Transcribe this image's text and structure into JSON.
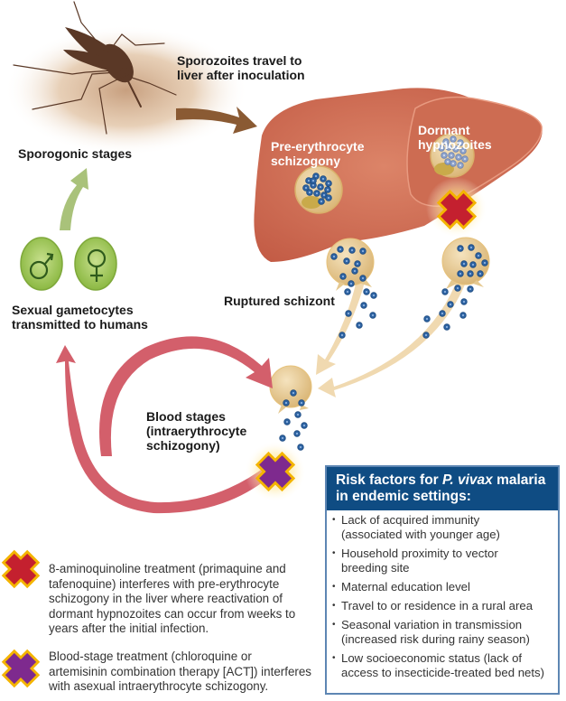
{
  "diagram": {
    "title": "Plasmodium vivax life cycle and treatment targets",
    "labels": {
      "sporozoites": [
        "Sporozoites travel to",
        "liver after inoculation"
      ],
      "sporogonic": "Sporogonic stages",
      "gametocytes": [
        "Sexual gametocytes",
        "transmitted to humans"
      ],
      "pre_erythrocyte": [
        "Pre-erythrocyte",
        "schizogony"
      ],
      "dormant": [
        "Dormant",
        "hypnozoites"
      ],
      "ruptured": "Ruptured schizont",
      "blood_stages": [
        "Blood stages",
        "(intraerythrocyte",
        "schizogony)"
      ]
    },
    "symbols": {
      "male": "♂",
      "female": "♀"
    },
    "icons": [
      "mosquito-icon",
      "liver-icon",
      "male-gametocyte-icon",
      "female-gametocyte-icon",
      "red-x-icon",
      "purple-x-icon",
      "schizont-icon",
      "merozoite-icon"
    ],
    "colors": {
      "liver": "#c9644d",
      "liver_light": "#d87a61",
      "mosquito": "#5a3826",
      "brown_arrow": "#8a5a33",
      "green_arrow": "#a9c27a",
      "gametocyte": "#8fbf3f",
      "red_arrow": "#d35f6b",
      "tan_arrow": "#f0d9b0",
      "schizont": "#e5c88f",
      "merozoite": "#2f64a3",
      "hypnozoite": "#8fa4cc",
      "red_x": "#c4202f",
      "purple_x": "#7e2a8e",
      "x_border": "#f4b400",
      "risk_header": "#0f4c83",
      "risk_border": "#5d86b3"
    }
  },
  "legend": [
    {
      "icon": "red-x-icon",
      "lines": [
        "8-aminoquinoline treatment (primaquine and",
        "tafenoquine) interferes with pre-erythrocyte",
        "schizogony in the liver where reactivation of",
        "dormant hypnozoites can occur from weeks to",
        "years after the initial infection."
      ]
    },
    {
      "icon": "purple-x-icon",
      "lines": [
        "Blood-stage treatment (chloroquine or",
        "artemisinin combination therapy [ACT]) interferes",
        "with asexual intraerythrocyte schizogony."
      ]
    }
  ],
  "risk_factors": {
    "title_pre": "Risk factors for ",
    "title_italic": "P. vivax",
    "title_post": " malaria",
    "title_line2": "in endemic settings:",
    "items": [
      [
        "Lack of acquired immunity",
        "(associated with younger age)"
      ],
      [
        "Household proximity to vector",
        "breeding site"
      ],
      [
        "Maternal education level"
      ],
      [
        "Travel to or residence in a rural area"
      ],
      [
        "Seasonal variation in transmission",
        "(increased risk during rainy season)"
      ],
      [
        "Low socioeconomic status (lack of",
        "access to insecticide-treated bed nets)"
      ]
    ]
  }
}
